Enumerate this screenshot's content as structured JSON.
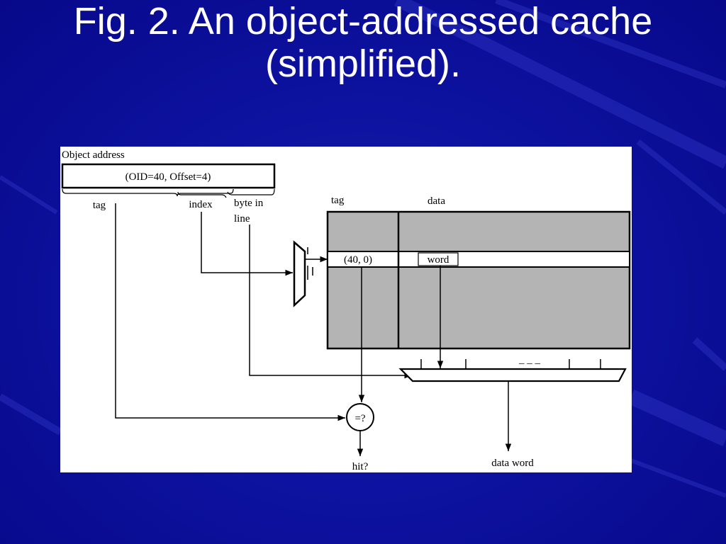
{
  "slide": {
    "title_line1": "Fig. 2. An object-addressed cache",
    "title_line2": "(simplified)."
  },
  "diagram": {
    "object_address_label": "Object address",
    "address_value": "(OID=40, Offset=4)",
    "field_tag": "tag",
    "field_index": "index",
    "field_byte_line1": "byte in",
    "field_byte_line2": "line",
    "column_tag": "tag",
    "column_data": "data",
    "row_tag_value": "(40, 0)",
    "row_word": "word",
    "mux_dashes": "– – –",
    "compare_symbol": "=?",
    "output_hit": "hit?",
    "output_data": "data word"
  },
  "colors": {
    "background": "#0d12a0",
    "title_text": "#ffffff",
    "cache_fill": "#b4b4b4"
  }
}
